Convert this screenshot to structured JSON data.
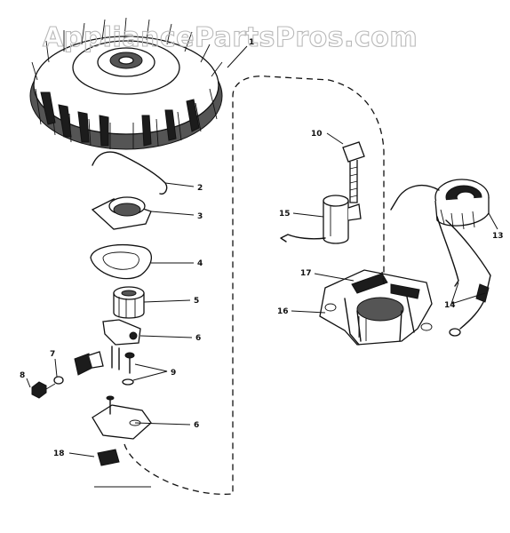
{
  "watermark": "AppliancePartsPros.com",
  "callouts": {
    "c1": "1",
    "c2": "2",
    "c3": "3",
    "c4": "4",
    "c5": "5",
    "c6a": "6",
    "c6b": "6",
    "c7": "7",
    "c8": "8",
    "c9": "9",
    "c10": "10",
    "c13": "13",
    "c14": "14",
    "c15": "15",
    "c16": "16",
    "c17": "17",
    "c18": "18"
  }
}
